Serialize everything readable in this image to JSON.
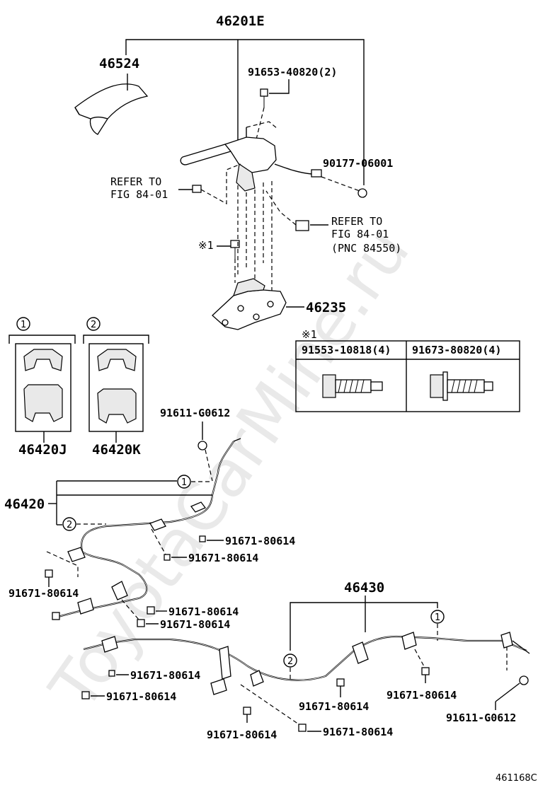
{
  "watermark": "ToyotaCarMine.ru",
  "figure_code": "461168C",
  "labels": {
    "assy_46201E": "46201E",
    "p46524": "46524",
    "p91653": "91653-40820(2)",
    "p90177": "90177-06001",
    "refer1_line1": "REFER TO",
    "refer1_line2": "FIG 84-01",
    "refer2_line1": "REFER TO",
    "refer2_line2": "FIG 84-01",
    "refer2_line3": "(PNC 84550)",
    "ref_mark_1": "※1",
    "p46235": "46235",
    "circle1": "1",
    "circle2": "2",
    "p46420J": "46420J",
    "p46420K": "46420K",
    "p91611_top": "91611-G0612",
    "p46420": "46420",
    "p91671_a": "91671-80614",
    "p91671_b": "91671-80614",
    "p91671_c": "91671-80614",
    "p91671_d": "91671-80614",
    "p91671_e": "91671-80614",
    "p91671_f": "91671-80614",
    "p91671_g": "91671-80614",
    "p91671_h": "91671-80614",
    "p91671_i": "91671-80614",
    "p91671_j": "91671-80614",
    "p91671_k": "91671-80614",
    "p46430": "46430",
    "p91611_bottom": "91611-G0612",
    "callout_circle_1a": "1",
    "callout_circle_2a": "2",
    "callout_circle_1b": "1",
    "callout_circle_2b": "2"
  },
  "bolt_table": {
    "mark": "※1",
    "col1": "91553-10818(4)",
    "col2": "91673-80820(4)"
  }
}
